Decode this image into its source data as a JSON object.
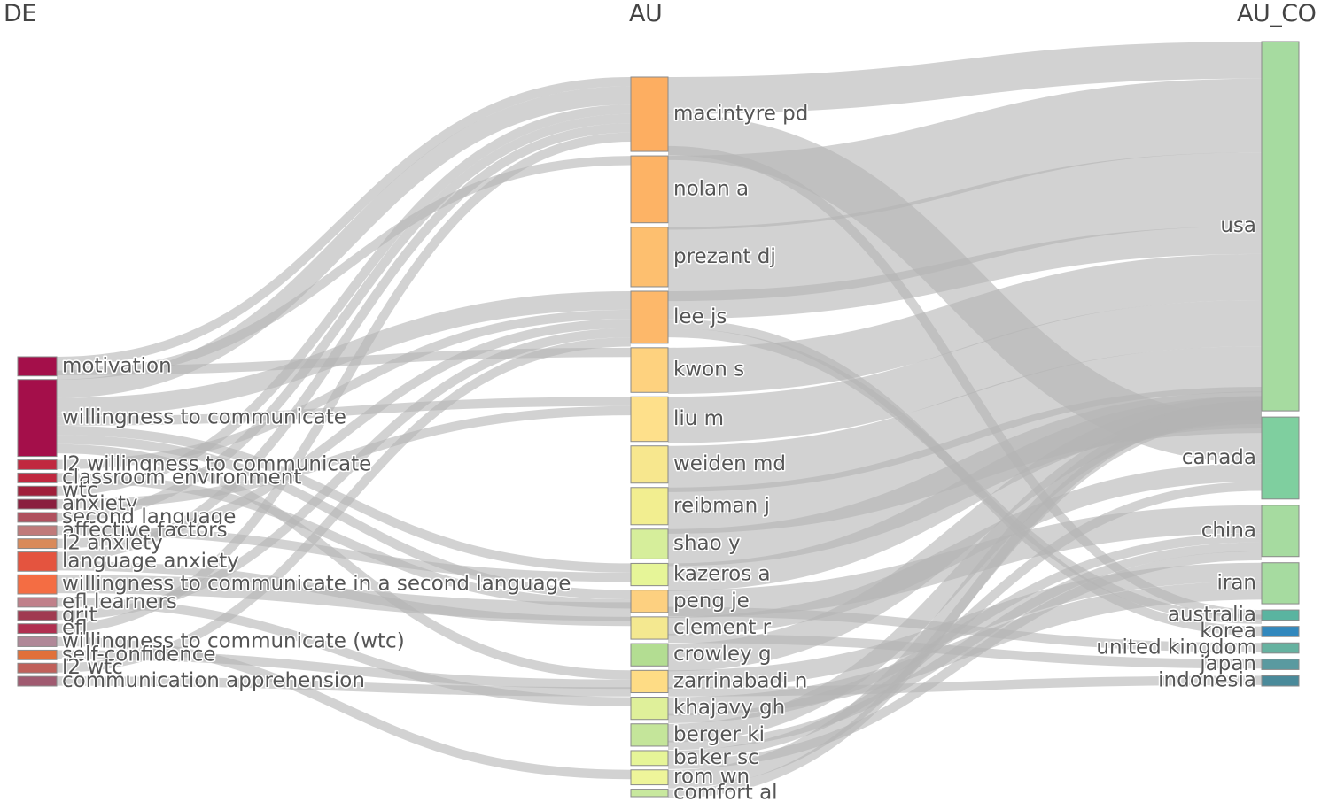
{
  "columns": {
    "de": "DE",
    "au": "AU",
    "au_co": "AU_CO"
  },
  "nodes": {
    "de": [
      {
        "id": "motivation",
        "label": "motivation",
        "color": "#a40f4a",
        "weight": 2
      },
      {
        "id": "wtc_main",
        "label": "willingness to communicate",
        "color": "#a40f4a",
        "weight": 8
      },
      {
        "id": "l2wtc_full",
        "label": "l2 willingness to communicate",
        "color": "#c0283f",
        "weight": 1
      },
      {
        "id": "classroom",
        "label": "classroom environment",
        "color": "#c0283f",
        "weight": 1
      },
      {
        "id": "wtc",
        "label": "wtc",
        "color": "#a01f3a",
        "weight": 1
      },
      {
        "id": "anxiety",
        "label": "anxiety",
        "color": "#8a1f3f",
        "weight": 1
      },
      {
        "id": "second_language",
        "label": "second language",
        "color": "#b0505e",
        "weight": 1
      },
      {
        "id": "affective",
        "label": "affective factors",
        "color": "#c07a7a",
        "weight": 1
      },
      {
        "id": "l2anxiety",
        "label": "l2 anxiety",
        "color": "#d98a5a",
        "weight": 1
      },
      {
        "id": "lang_anxiety",
        "label": "language anxiety",
        "color": "#e4543f",
        "weight": 2
      },
      {
        "id": "wtc_l2",
        "label": "willingness to communicate in a second language",
        "color": "#f46d43",
        "weight": 2
      },
      {
        "id": "efl_learners",
        "label": "efl learners",
        "color": "#c0808a",
        "weight": 1
      },
      {
        "id": "grit",
        "label": "grit",
        "color": "#a03a50",
        "weight": 1
      },
      {
        "id": "efl",
        "label": "efl",
        "color": "#b03050",
        "weight": 1
      },
      {
        "id": "wtc_paren",
        "label": "willingness to communicate (wtc)",
        "color": "#b08898",
        "weight": 1
      },
      {
        "id": "self_conf",
        "label": "self-confidence",
        "color": "#e0703a",
        "weight": 1
      },
      {
        "id": "l2wtc",
        "label": "l2 wtc",
        "color": "#c0605a",
        "weight": 1
      },
      {
        "id": "comm_app",
        "label": "communication apprehension",
        "color": "#a05a70",
        "weight": 1
      }
    ],
    "au": [
      {
        "id": "macintyre",
        "label": "macintyre pd",
        "color": "#fdae61",
        "weight": 10
      },
      {
        "id": "nolan",
        "label": "nolan a",
        "color": "#fdb365",
        "weight": 9
      },
      {
        "id": "prezant",
        "label": "prezant dj",
        "color": "#fdbf6f",
        "weight": 8
      },
      {
        "id": "lee",
        "label": "lee js",
        "color": "#fdb86a",
        "weight": 7
      },
      {
        "id": "kwon",
        "label": "kwon s",
        "color": "#fed27f",
        "weight": 6
      },
      {
        "id": "liu",
        "label": "liu m",
        "color": "#fee08b",
        "weight": 6
      },
      {
        "id": "weiden",
        "label": "weiden md",
        "color": "#f7e78e",
        "weight": 5
      },
      {
        "id": "reibman",
        "label": "reibman j",
        "color": "#f2ee90",
        "weight": 5
      },
      {
        "id": "shao",
        "label": "shao y",
        "color": "#d6ee9b",
        "weight": 4
      },
      {
        "id": "kazeros",
        "label": "kazeros a",
        "color": "#e6f598",
        "weight": 3
      },
      {
        "id": "peng",
        "label": "peng je",
        "color": "#fdd080",
        "weight": 3
      },
      {
        "id": "clement",
        "label": "clement r",
        "color": "#f4e890",
        "weight": 3
      },
      {
        "id": "crowley",
        "label": "crowley g",
        "color": "#b3dd92",
        "weight": 3
      },
      {
        "id": "zarrinabadi",
        "label": "zarrinabadi n",
        "color": "#fedc85",
        "weight": 3
      },
      {
        "id": "khajavy",
        "label": "khajavy gh",
        "color": "#dff09a",
        "weight": 3
      },
      {
        "id": "berger",
        "label": "berger ki",
        "color": "#c4e59a",
        "weight": 3
      },
      {
        "id": "baker",
        "label": "baker sc",
        "color": "#e6f598",
        "weight": 2
      },
      {
        "id": "rom",
        "label": "rom wn",
        "color": "#eef59a",
        "weight": 2
      },
      {
        "id": "comfort",
        "label": "comfort al",
        "color": "#c8e89e",
        "weight": 1
      }
    ],
    "au_co": [
      {
        "id": "usa",
        "label": "usa",
        "color": "#a6dba0",
        "weight": 36
      },
      {
        "id": "canada",
        "label": "canada",
        "color": "#7fcf9f",
        "weight": 8
      },
      {
        "id": "china",
        "label": "china",
        "color": "#a6dba0",
        "weight": 5
      },
      {
        "id": "iran",
        "label": "iran",
        "color": "#a6dba0",
        "weight": 4
      },
      {
        "id": "australia",
        "label": "australia",
        "color": "#5ab4a0",
        "weight": 1
      },
      {
        "id": "korea",
        "label": "korea",
        "color": "#3288bd",
        "weight": 1
      },
      {
        "id": "united_kingdom",
        "label": "united kingdom",
        "color": "#66b2a0",
        "weight": 1
      },
      {
        "id": "japan",
        "label": "japan",
        "color": "#5a9aa0",
        "weight": 1
      },
      {
        "id": "indonesia",
        "label": "indonesia",
        "color": "#4a8a9a",
        "weight": 1
      }
    ]
  },
  "links": [
    {
      "source": "motivation",
      "target": "macintyre",
      "value": 1
    },
    {
      "source": "motivation",
      "target": "kwon",
      "value": 1
    },
    {
      "source": "motivation",
      "target": "nolan",
      "value": 1
    },
    {
      "source": "wtc_main",
      "target": "macintyre",
      "value": 2
    },
    {
      "source": "wtc_main",
      "target": "lee",
      "value": 2
    },
    {
      "source": "wtc_main",
      "target": "liu",
      "value": 1
    },
    {
      "source": "wtc_main",
      "target": "kazeros",
      "value": 1
    },
    {
      "source": "wtc_main",
      "target": "peng",
      "value": 1
    },
    {
      "source": "wtc_main",
      "target": "zarrinabadi",
      "value": 1
    },
    {
      "source": "l2wtc_full",
      "target": "lee",
      "value": 1
    },
    {
      "source": "classroom",
      "target": "peng",
      "value": 1
    },
    {
      "source": "wtc",
      "target": "macintyre",
      "value": 1
    },
    {
      "source": "anxiety",
      "target": "liu",
      "value": 1
    },
    {
      "source": "second_language",
      "target": "macintyre",
      "value": 1
    },
    {
      "source": "affective",
      "target": "kazeros",
      "value": 1
    },
    {
      "source": "l2anxiety",
      "target": "lee",
      "value": 1
    },
    {
      "source": "lang_anxiety",
      "target": "macintyre",
      "value": 1
    },
    {
      "source": "lang_anxiety",
      "target": "clement",
      "value": 1
    },
    {
      "source": "wtc_l2",
      "target": "peng",
      "value": 2
    },
    {
      "source": "efl_learners",
      "target": "khajavy",
      "value": 1
    },
    {
      "source": "grit",
      "target": "lee",
      "value": 1
    },
    {
      "source": "efl",
      "target": "macintyre",
      "value": 1
    },
    {
      "source": "wtc_paren",
      "target": "rom",
      "value": 1
    },
    {
      "source": "self_conf",
      "target": "zarrinabadi",
      "value": 1
    },
    {
      "source": "l2wtc",
      "target": "lee",
      "value": 1
    },
    {
      "source": "comm_app",
      "target": "zarrinabadi",
      "value": 1
    },
    {
      "source": "macintyre",
      "target": "usa",
      "value": 4
    },
    {
      "source": "macintyre",
      "target": "canada",
      "value": 5
    },
    {
      "source": "macintyre",
      "target": "australia",
      "value": 1
    },
    {
      "source": "nolan",
      "target": "usa",
      "value": 8
    },
    {
      "source": "prezant",
      "target": "usa",
      "value": 8
    },
    {
      "source": "lee",
      "target": "usa",
      "value": 3
    },
    {
      "source": "lee",
      "target": "korea",
      "value": 1
    },
    {
      "source": "lee",
      "target": "australia",
      "value": 1
    },
    {
      "source": "kwon",
      "target": "usa",
      "value": 5
    },
    {
      "source": "liu",
      "target": "usa",
      "value": 5
    },
    {
      "source": "weiden",
      "target": "usa",
      "value": 5
    },
    {
      "source": "reibman",
      "target": "usa",
      "value": 5
    },
    {
      "source": "shao",
      "target": "usa",
      "value": 4
    },
    {
      "source": "kazeros",
      "target": "usa",
      "value": 3
    },
    {
      "source": "peng",
      "target": "china",
      "value": 3
    },
    {
      "source": "peng",
      "target": "united_kingdom",
      "value": 1
    },
    {
      "source": "clement",
      "target": "canada",
      "value": 2
    },
    {
      "source": "clement",
      "target": "japan",
      "value": 1
    },
    {
      "source": "crowley",
      "target": "usa",
      "value": 3
    },
    {
      "source": "zarrinabadi",
      "target": "iran",
      "value": 2
    },
    {
      "source": "zarrinabadi",
      "target": "indonesia",
      "value": 1
    },
    {
      "source": "khajavy",
      "target": "iran",
      "value": 2
    },
    {
      "source": "khajavy",
      "target": "china",
      "value": 1
    },
    {
      "source": "berger",
      "target": "usa",
      "value": 2
    },
    {
      "source": "berger",
      "target": "china",
      "value": 1
    },
    {
      "source": "baker",
      "target": "canada",
      "value": 1
    },
    {
      "source": "baker",
      "target": "china",
      "value": 1
    },
    {
      "source": "rom",
      "target": "usa",
      "value": 2
    },
    {
      "source": "comfort",
      "target": "usa",
      "value": 1
    }
  ]
}
